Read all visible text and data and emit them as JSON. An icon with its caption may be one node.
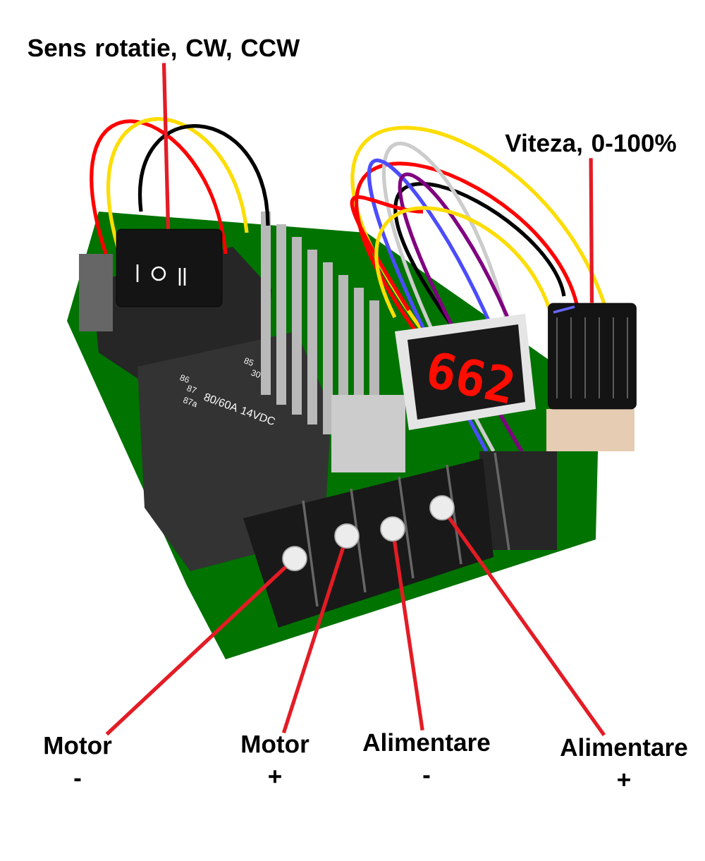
{
  "diagram": {
    "nodes": [
      {
        "text": [
          "Sens rotatie, CW, CCW"
        ]
      },
      {
        "text": [],
        "shape": "picture"
      },
      {
        "text": [
          "Viteza, 0-100%"
        ]
      },
      {
        "text": [],
        "shape": "box"
      },
      {
        "text": [
          "Motor -"
        ]
      },
      {
        "text": [
          "Motor +"
        ]
      },
      {
        "text": [
          "Alimentare -"
        ]
      },
      {
        "text": [
          "Alimentare +"
        ]
      },
      {
        "text": [],
        "shape": "circle"
      },
      {
        "text": [],
        "shape": "circle"
      },
      {
        "text": [],
        "shape": "circle"
      },
      {
        "text": [],
        "shape": "circle"
      }
    ],
    "edges": [
      {
        "from": 0,
        "to": 1,
        "arrow": "none",
        "color": "#e31c25"
      },
      {
        "from": 2,
        "to": 3,
        "arrow": "none",
        "color": "#e31c25"
      },
      {
        "from": 4,
        "to": 8,
        "arrow": "none",
        "color": "#e31c25"
      },
      {
        "from": 5,
        "to": 9,
        "arrow": "none",
        "color": "#e31c25"
      },
      {
        "from": 6,
        "to": 10,
        "arrow": "none",
        "color": "#e31c25"
      },
      {
        "from": 7,
        "to": 11,
        "arrow": "none",
        "color": "#e31c25"
      }
    ],
    "labels": [
      "85",
      "86",
      "30",
      "87",
      "87a",
      "80/60A 14VDC",
      "662"
    ]
  }
}
